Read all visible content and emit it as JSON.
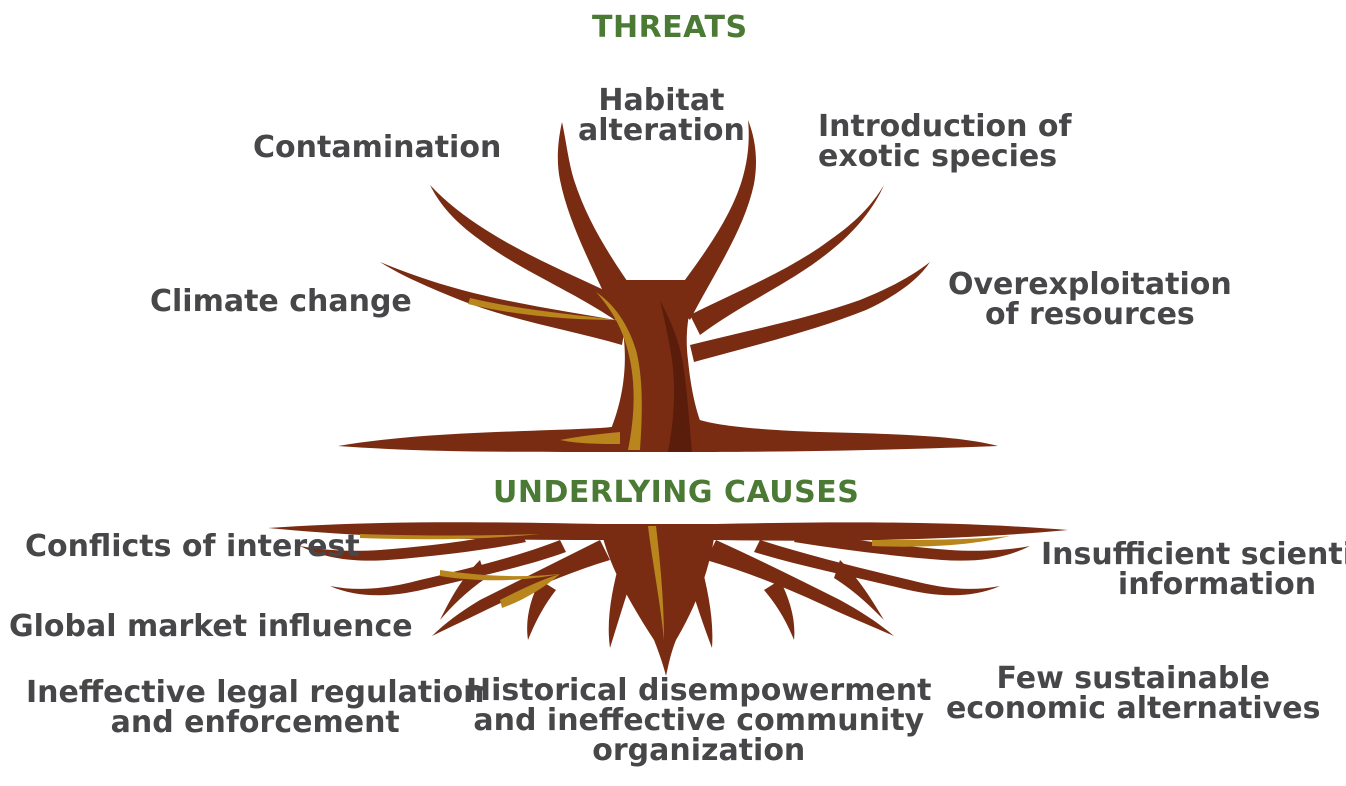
{
  "sections": {
    "threats_heading": "THREATS",
    "causes_heading": "UNDERLYING CAUSES"
  },
  "threats": {
    "habitat": [
      "Habitat",
      "alteration"
    ],
    "contamination": "Contamination",
    "exotic": [
      "Introduction of",
      "exotic species"
    ],
    "climate": "Climate change",
    "overexploitation": [
      "Overexploitation",
      "of resources"
    ]
  },
  "causes": {
    "conflicts": "Conflicts of interest",
    "global_market": "Global market influence",
    "legal": [
      "Ineffective legal regulation",
      "and enforcement"
    ],
    "historical": [
      "Historical disempowerment",
      "and ineffective community",
      "organization"
    ],
    "scientific": [
      "Insufficient scientific",
      "information"
    ],
    "economic": [
      "Few sustainable",
      "economic alternatives"
    ]
  },
  "colors": {
    "bark": "#7a2c13",
    "bark_dark": "#5a1d0c",
    "highlight": "#b8861d",
    "heading": "#4a7a34",
    "label": "#47474a"
  }
}
